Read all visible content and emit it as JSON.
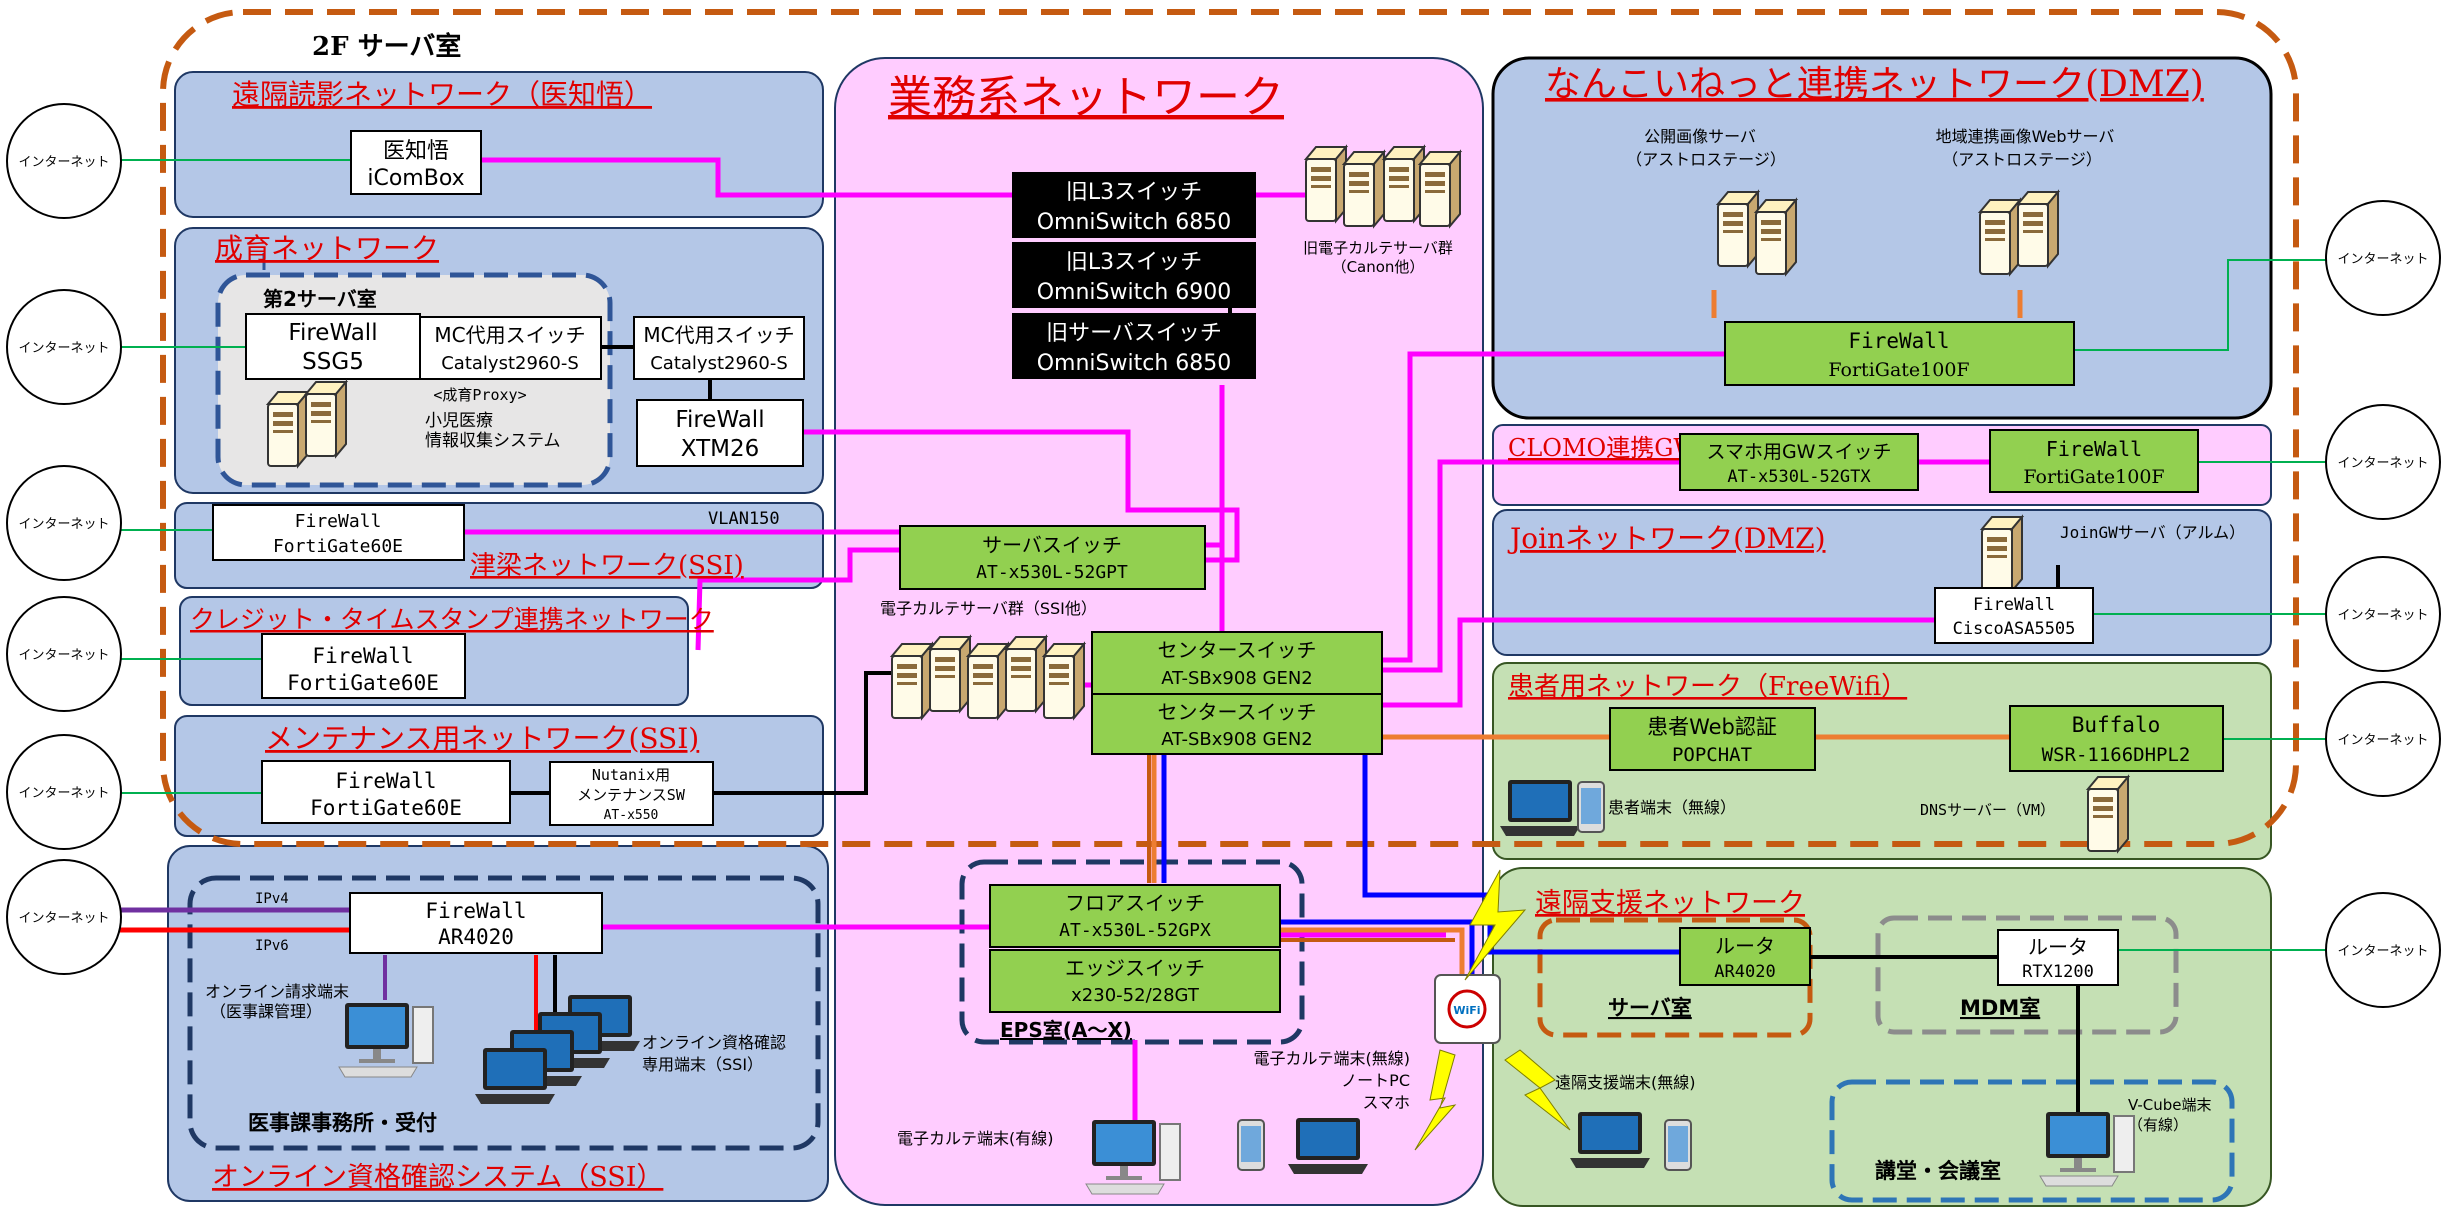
{
  "labels": {
    "floor": "2F サーバ室",
    "internet": "インターネット"
  },
  "sections": {
    "remote_reading": "遠隔読影ネットワーク（医知悟）",
    "seiiku": "成育ネットワーク",
    "tsuyama": "津梁ネットワーク(SSI)",
    "credit": "クレジット・タイムスタンプ連携ネットワーク",
    "maintenance": "メンテナンス用ネットワーク(SSI)",
    "online_qual": "オンライン資格確認システム（SSI）",
    "business": "業務系ネットワーク",
    "nankoi": "なんこいねっと連携ネットワーク(DMZ)",
    "clomo": "CLOMO連携GW",
    "join": "Joinネットワーク(DMZ)",
    "patient": "患者用ネットワーク（FreeWifi）",
    "remote_support": "遠隔支援ネットワーク"
  },
  "sub_areas": {
    "server2": "第2サーバ室",
    "ijika": "医事課事務所・受付",
    "eps": "EPS室(A～X)",
    "server_room": "サーバ室",
    "mdm_room": "MDM室",
    "auditorium": "講堂・会議室"
  },
  "devices": {
    "ichigo": [
      "医知悟",
      "iComBox"
    ],
    "fw_ssg5": [
      "FireWall",
      "SSG5"
    ],
    "mc_switch1": [
      "MC代用スイッチ",
      "Catalyst2960-S"
    ],
    "mc_switch2": [
      "MC代用スイッチ",
      "Catalyst2960-S"
    ],
    "fw_xtm26": [
      "FireWall",
      "XTM26"
    ],
    "fw_fg60e_1": [
      "FireWall",
      "FortiGate60E"
    ],
    "fw_fg60e_2": [
      "FireWall",
      "FortiGate60E"
    ],
    "fw_fg60e_3": [
      "FireWall",
      "FortiGate60E"
    ],
    "nutanix_sw": [
      "Nutanix用",
      "メンテナンスSW",
      "AT-x550"
    ],
    "fw_ar4020": [
      "FireWall",
      "AR4020"
    ],
    "l3_6850": [
      "旧L3スイッチ",
      "OmniSwitch 6850"
    ],
    "l3_6900": [
      "旧L3スイッチ",
      "OmniSwitch 6900"
    ],
    "srv_6850": [
      "旧サーバスイッチ",
      "OmniSwitch 6850"
    ],
    "server_switch": [
      "サーバスイッチ",
      "AT-x530L-52GPT"
    ],
    "center1": [
      "センタースイッチ",
      "AT-SBx908 GEN2"
    ],
    "center2": [
      "センタースイッチ",
      "AT-SBx908 GEN2"
    ],
    "floor_switch": [
      "フロアスイッチ",
      "AT-x530L-52GPX"
    ],
    "edge_switch": [
      "エッジスイッチ",
      "x230-52/28GT"
    ],
    "fw_fg100f_1": [
      "FireWall",
      "FortiGate100F"
    ],
    "smaho_gw": [
      "スマホ用GWスイッチ",
      "AT-x530L-52GTX"
    ],
    "fw_fg100f_2": [
      "FireWall",
      "FortiGate100F"
    ],
    "fw_asa": [
      "FireWall",
      "CiscoASA5505"
    ],
    "popchat": [
      "患者Web認証",
      "POPCHAT"
    ],
    "buffalo": [
      "Buffalo",
      "WSR-1166DHPL2"
    ],
    "router_ar4020": [
      "ルータ",
      "AR4020"
    ],
    "router_rtx": [
      "ルータ",
      "RTX1200"
    ]
  },
  "captions": {
    "seiiku_proxy": "<成育Proxy>",
    "seiiku_sys1": "小児医療",
    "seiiku_sys2": "情報収集システム",
    "vlan": "VLAN150",
    "ipv4": "IPv4",
    "ipv6": "IPv6",
    "online_billing1": "オンライン請求端末",
    "online_billing2": "（医事課管理）",
    "online_qual_term1": "オンライン資格確認",
    "online_qual_term2": "専用端末（SSI）",
    "old_ekarte1": "旧電子カルテサーバ群",
    "old_ekarte2": "（Canon他）",
    "ekarte_servers": "電子カルテサーバ群（SSI他）",
    "ekarte_wired": "電子カルテ端末(有線)",
    "ekarte_wireless1": "電子カルテ端末(無線)",
    "ekarte_wireless2": "ノートPC",
    "ekarte_wireless3": "スマホ",
    "public_img1": "公開画像サーバ",
    "public_img2": "（アストロステージ）",
    "regional_img1": "地域連携画像Webサーバ",
    "regional_img2": "（アストロステージ）",
    "joingw": "JoinGWサーバ（アルム）",
    "patient_terminal": "患者端末（無線）",
    "dns": "DNSサーバー（VM）",
    "remote_term": "遠隔支援端末(無線)",
    "vcube1": "V-Cube端末",
    "vcube2": "（有線）"
  },
  "colors": {
    "light_blue": "#b4c7e7",
    "light_pink": "#ffccff",
    "light_green": "#c5e0b4",
    "device_green": "#92d050",
    "line_magenta": "#ff00ff",
    "line_green": "#00b050",
    "line_orange": "#ed7d31",
    "line_blue": "#0000ff",
    "line_red": "#ff0000",
    "line_purple": "#7030a0",
    "dashed_orange": "#c55a11",
    "title_red": "#e00000"
  }
}
